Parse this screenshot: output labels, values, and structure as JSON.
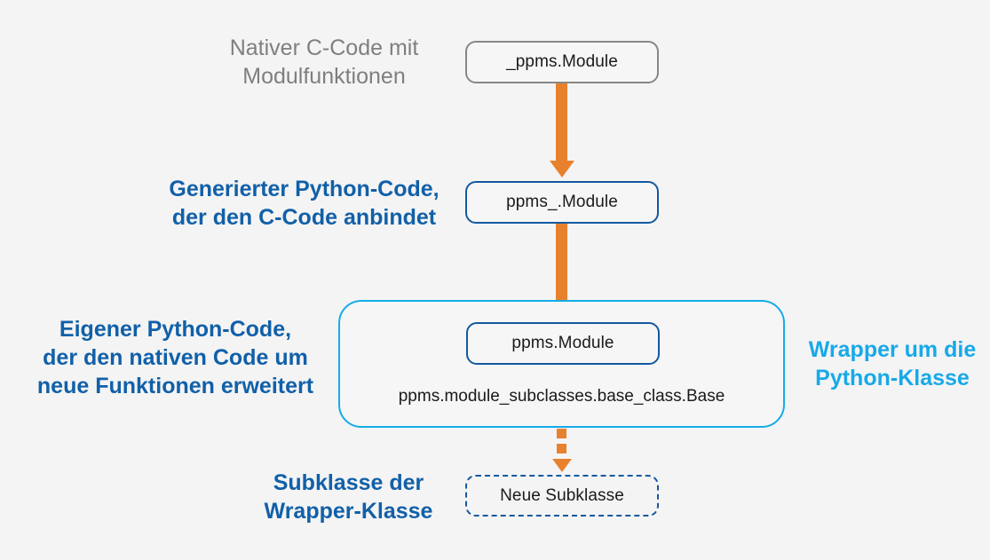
{
  "diagram": {
    "title": "Python module wrapper architecture",
    "background_color": "#f4f4f4",
    "colors": {
      "orange_arrow": "#e8812e",
      "gray_text": "#7f7f7f",
      "navy_text": "#1160a8",
      "cyan_text": "#17a9e8",
      "gray_border": "#878787",
      "navy_border": "#13599f",
      "cyan_border": "#14ace9",
      "node_text": "#1a1a1a"
    }
  },
  "labels": {
    "native_c": "Nativer C-Code mit\nModulfunktionen",
    "generated_python": "Generierter Python-Code,\nder den C-Code anbindet",
    "own_python": "Eigener Python-Code,\nder den nativen Code um\nneue Funktionen erweitert",
    "wrapper": "Wrapper um die\nPython-Klasse",
    "subclass": "Subklasse der\nWrapper-Klasse"
  },
  "nodes": {
    "native_module": "_ppms.Module",
    "generated_module": "ppms_.Module",
    "wrapper_module": "ppms.Module",
    "base_class": "ppms.module_subclasses.base_class.Base",
    "new_subclass": "Neue Subklasse"
  },
  "arrows": [
    {
      "name": "native-to-generated",
      "style": "solid"
    },
    {
      "name": "generated-to-wrapper",
      "style": "solid"
    },
    {
      "name": "wrapper-to-subclass",
      "style": "dashed"
    }
  ]
}
